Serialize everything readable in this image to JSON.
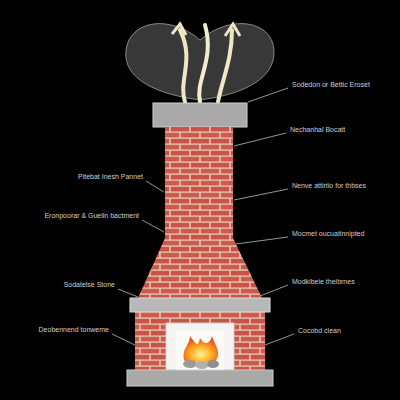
{
  "diagram": {
    "labels": [
      "Sodedon or Bettic Eroset",
      "Nechanhal Bocatt",
      "Pitebat Inesh Pannet",
      "Nenve attirtio for thbses",
      "Eronpoorar & Guelin bactment",
      "Mocmet oucuatinnipted",
      "Modkibeie theibrnes",
      "Sodatelse Stone",
      "Cocobd clean",
      "Deobennend tonweme"
    ]
  }
}
